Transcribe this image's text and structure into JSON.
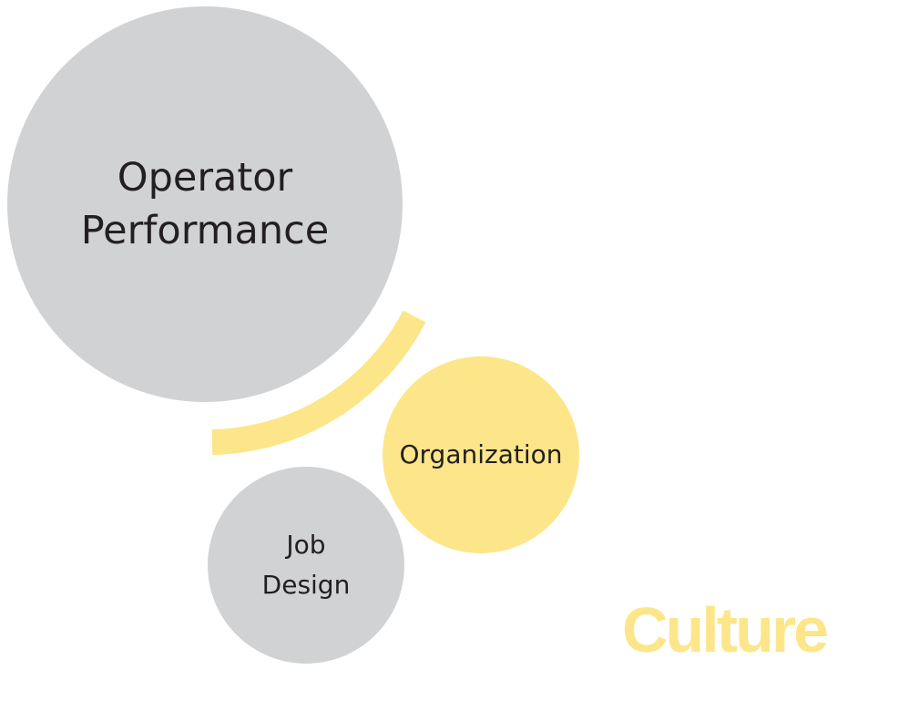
{
  "diagram": {
    "nodes": [
      {
        "id": "operator",
        "label": "Operator\nPerformance",
        "color": "#d1d2d4"
      },
      {
        "id": "organization",
        "label": "Organization",
        "color": "#fde68a"
      },
      {
        "id": "job",
        "label": "Job\nDesign",
        "color": "#d1d2d4"
      }
    ],
    "connector": {
      "color": "#fde68a"
    },
    "culture_label": "Culture",
    "culture_color": "#fde68a"
  }
}
